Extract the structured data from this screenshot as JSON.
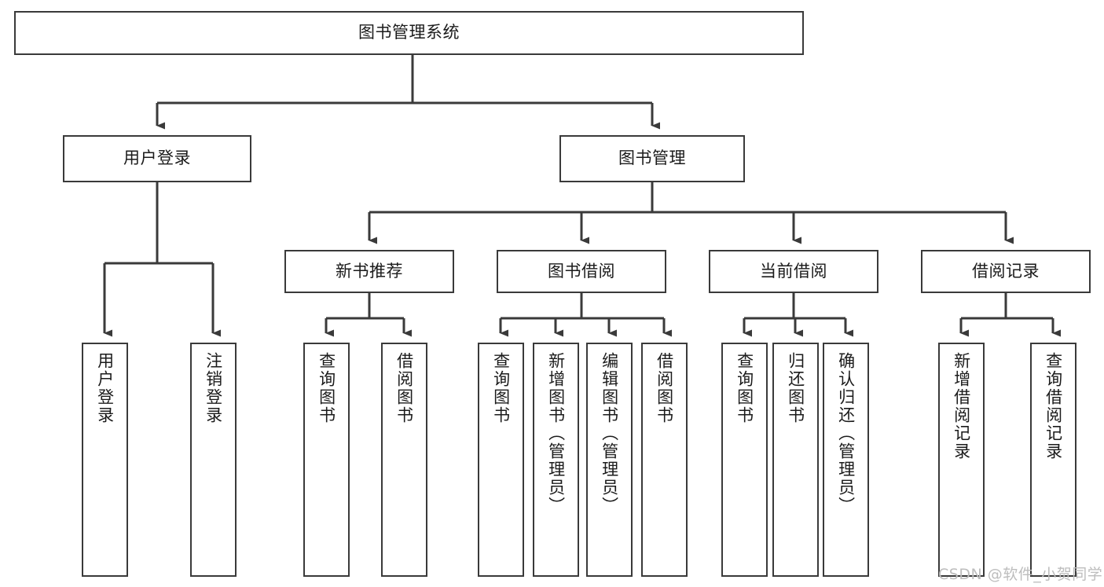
{
  "diagram": {
    "type": "tree",
    "title": "图书管理系统",
    "root": {
      "id": "root",
      "label": "图书管理系统"
    },
    "level2": [
      {
        "id": "user-login",
        "label": "用户登录"
      },
      {
        "id": "book-manage",
        "label": "图书管理"
      }
    ],
    "level3": [
      {
        "id": "new-book-recommend",
        "label": "新书推荐"
      },
      {
        "id": "book-borrow",
        "label": "图书借阅"
      },
      {
        "id": "current-borrow",
        "label": "当前借阅"
      },
      {
        "id": "borrow-record",
        "label": "借阅记录"
      }
    ],
    "leaves": [
      {
        "id": "leaf-user-login",
        "label": "用户登录",
        "parent": "user-login"
      },
      {
        "id": "leaf-logout-login",
        "label": "注销登录",
        "parent": "user-login"
      },
      {
        "id": "leaf-query-book-1",
        "label": "查询图书",
        "parent": "new-book-recommend"
      },
      {
        "id": "leaf-borrow-book-1",
        "label": "借阅图书",
        "parent": "new-book-recommend"
      },
      {
        "id": "leaf-query-book-2",
        "label": "查询图书",
        "parent": "book-borrow"
      },
      {
        "id": "leaf-add-book",
        "label": "新增图书（管理员）",
        "parent": "book-borrow"
      },
      {
        "id": "leaf-edit-book",
        "label": "编辑图书（管理员）",
        "parent": "book-borrow"
      },
      {
        "id": "leaf-borrow-book-2",
        "label": "借阅图书",
        "parent": "book-borrow"
      },
      {
        "id": "leaf-query-book-3",
        "label": "查询图书",
        "parent": "current-borrow"
      },
      {
        "id": "leaf-return-book",
        "label": "归还图书",
        "parent": "current-borrow"
      },
      {
        "id": "leaf-confirm-return",
        "label": "确认归还（管理员）",
        "parent": "current-borrow"
      },
      {
        "id": "leaf-add-record",
        "label": "新增借阅记录",
        "parent": "borrow-record"
      },
      {
        "id": "leaf-query-record",
        "label": "查询借阅记录",
        "parent": "borrow-record"
      }
    ],
    "watermark": "CSDN @软件_小贺同学",
    "colors": {
      "stroke": "#3a3a3a",
      "background": "#ffffff",
      "text": "#1b1b1b",
      "watermark": "#bdbdbd"
    }
  }
}
